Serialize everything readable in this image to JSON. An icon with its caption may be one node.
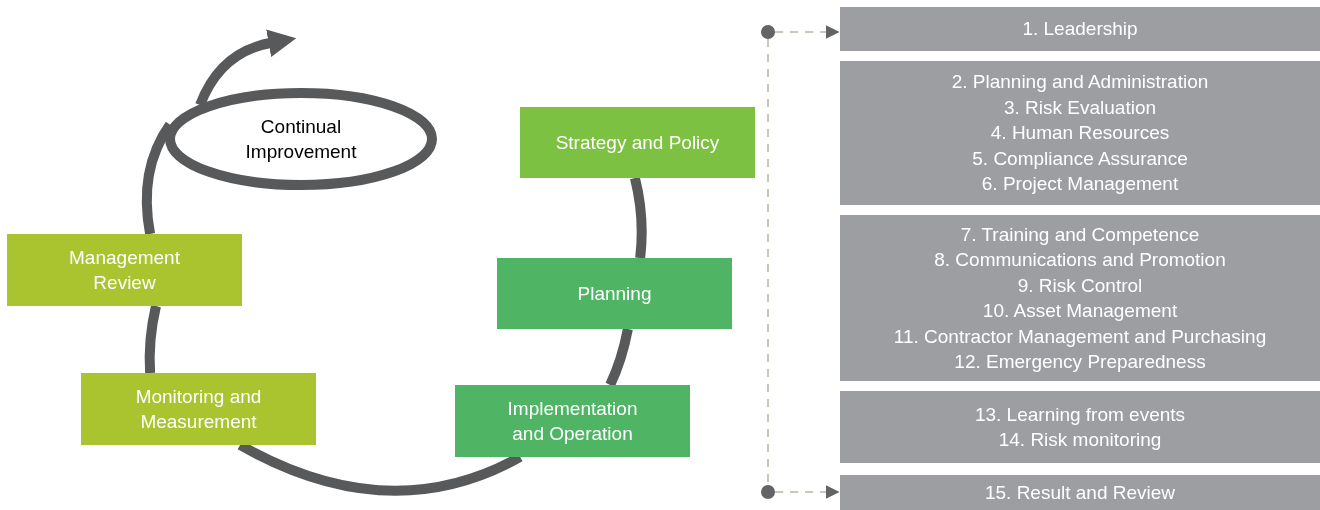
{
  "diagram": {
    "nodes": [
      {
        "text": [
          "Continual Improvement"
        ]
      },
      {
        "text": [
          "Strategy and Policy"
        ]
      },
      {
        "text": [
          "Management Review"
        ]
      },
      {
        "text": [
          "Planning"
        ]
      },
      {
        "text": [
          "Monitoring and Measurement"
        ]
      },
      {
        "text": [
          "Implementation and Operation"
        ]
      },
      {
        "text": [],
        "shape": "circle"
      },
      {
        "text": [],
        "shape": "circle"
      },
      {
        "text": [
          "1. Leadership"
        ]
      },
      {
        "text": [
          "2. Planning and Administration",
          "3. Risk Evaluation",
          "4. Human Resources",
          "5. Compliance Assurance",
          "6. Project Management"
        ]
      },
      {
        "text": [
          "7. Training and Competence",
          "8. Communications and Promotion",
          "9. Risk Control",
          "10. Asset Management",
          "11. Contractor Management and Purchasing",
          "12. Emergency Preparedness"
        ]
      },
      {
        "text": [
          "13. Learning from events",
          "14. Risk monitoring"
        ]
      },
      {
        "text": [
          "15. Result and Review"
        ]
      }
    ],
    "edges": [
      {
        "from": 1,
        "to": 3,
        "arrow": "none"
      },
      {
        "from": 3,
        "to": 5,
        "arrow": "none"
      },
      {
        "from": 5,
        "to": 4,
        "arrow": "none"
      },
      {
        "from": 4,
        "to": 2,
        "arrow": "none"
      },
      {
        "from": 2,
        "to": 0,
        "arrow": "none"
      },
      {
        "from": 0,
        "to": null,
        "arrow": "to"
      },
      {
        "from": 6,
        "to": 8,
        "arrow": "to",
        "style": "dashed",
        "color": "#c8c8ba"
      },
      {
        "from": 7,
        "to": 12,
        "arrow": "to",
        "style": "dashed",
        "color": "#c8c8ba"
      },
      {
        "from": 6,
        "to": 7,
        "arrow": "none",
        "style": "dashed",
        "color": "#c8c8ba"
      }
    ]
  }
}
